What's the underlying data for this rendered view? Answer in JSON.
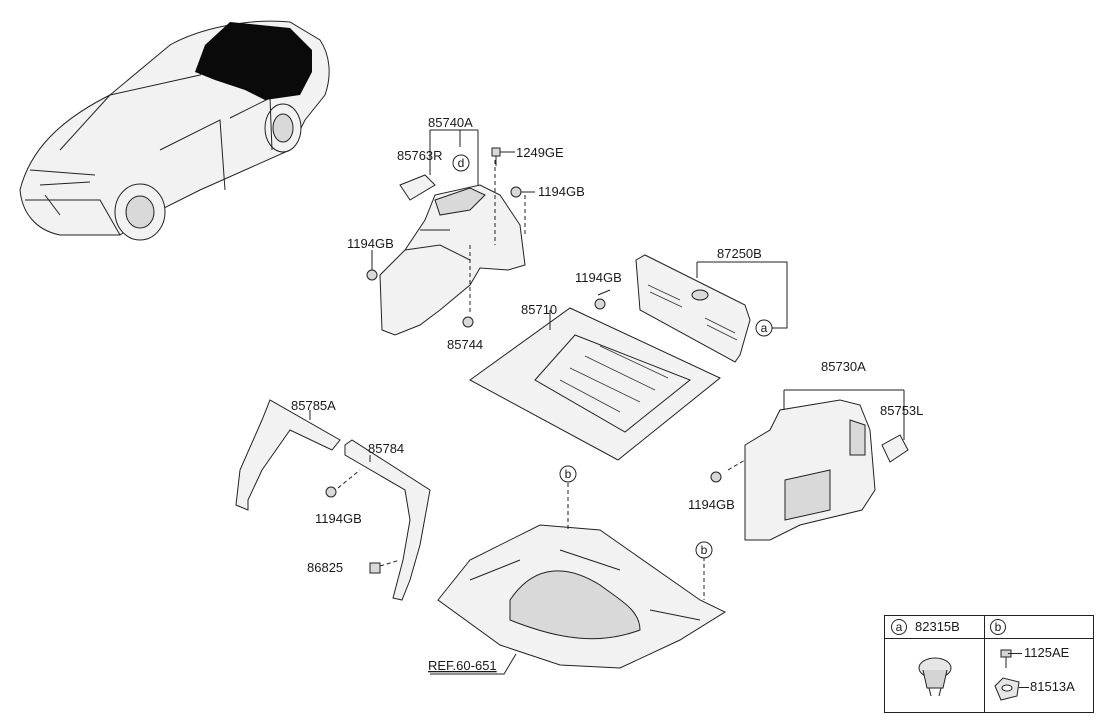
{
  "labels": {
    "p85740A": "85740A",
    "p85763R": "85763R",
    "p1249GE": "1249GE",
    "p1194GB_a": "1194GB",
    "p1194GB_b": "1194GB",
    "p1194GB_c": "1194GB",
    "p1194GB_d": "1194GB",
    "p1194GB_e": "1194GB",
    "p85744": "85744",
    "p87250B": "87250B",
    "p85710": "85710",
    "p85730A": "85730A",
    "p85753L": "85753L",
    "p85785A": "85785A",
    "p85784": "85784",
    "p86825": "86825",
    "ref": "REF.60-651"
  },
  "callouts": {
    "a": "a",
    "b": "b",
    "d": "d"
  },
  "legend": {
    "col_a_letter": "a",
    "col_a_part": "82315B",
    "col_b_letter": "b",
    "col_b_part1": "1125AE",
    "col_b_part2": "81513A"
  },
  "icons": [
    "car-silhouette",
    "push-clip-icon",
    "screw-icon",
    "bolt-icon",
    "grommet-icon"
  ]
}
